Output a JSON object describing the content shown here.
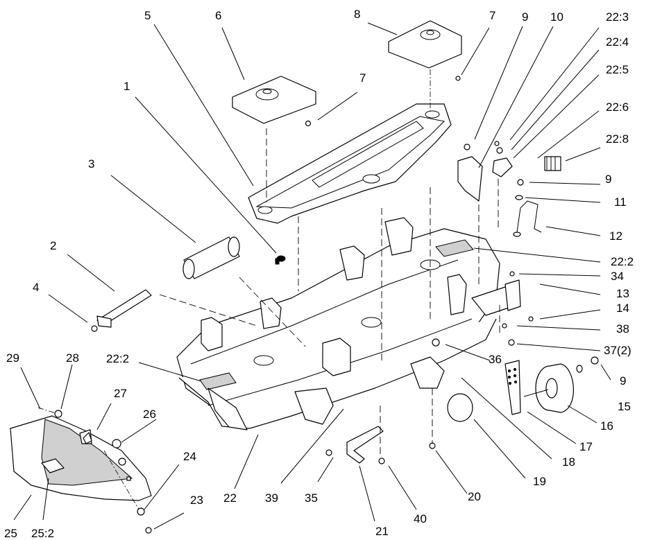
{
  "callouts": [
    {
      "label": "1"
    },
    {
      "label": "2"
    },
    {
      "label": "3"
    },
    {
      "label": "4"
    },
    {
      "label": "5"
    },
    {
      "label": "6"
    },
    {
      "label": "7"
    },
    {
      "label": "7"
    },
    {
      "label": "8"
    },
    {
      "label": "9"
    },
    {
      "label": "9"
    },
    {
      "label": "9"
    },
    {
      "label": "10"
    },
    {
      "label": "11"
    },
    {
      "label": "12"
    },
    {
      "label": "13"
    },
    {
      "label": "14"
    },
    {
      "label": "15"
    },
    {
      "label": "16"
    },
    {
      "label": "17"
    },
    {
      "label": "18"
    },
    {
      "label": "19"
    },
    {
      "label": "20"
    },
    {
      "label": "21"
    },
    {
      "label": "22"
    },
    {
      "label": "22:2"
    },
    {
      "label": "22:2"
    },
    {
      "label": "22:3"
    },
    {
      "label": "22:4"
    },
    {
      "label": "22:5"
    },
    {
      "label": "22:6"
    },
    {
      "label": "22:8"
    },
    {
      "label": "23"
    },
    {
      "label": "24"
    },
    {
      "label": "25"
    },
    {
      "label": "25:2"
    },
    {
      "label": "26"
    },
    {
      "label": "27"
    },
    {
      "label": "28"
    },
    {
      "label": "29"
    },
    {
      "label": "34"
    },
    {
      "label": "35"
    },
    {
      "label": "36"
    },
    {
      "label": "37(2)"
    },
    {
      "label": "38"
    },
    {
      "label": "39"
    },
    {
      "label": "40"
    }
  ]
}
